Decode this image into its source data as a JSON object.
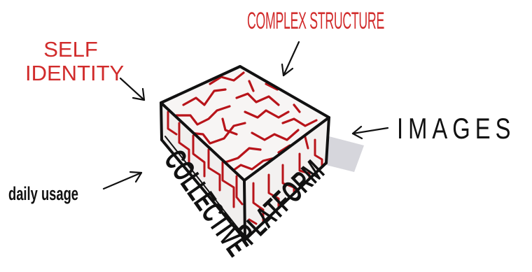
{
  "labels": {
    "complex_structure": "COMPLEX STRUCTURE",
    "self_identity_line1": "SELF",
    "self_identity_line2": "IDENTITY",
    "images": "IMAGES",
    "daily_usage": "daily usage",
    "side_left": "COLLECTIVE",
    "side_right": "PLATFORM"
  },
  "colors": {
    "accent_red": "#d12b2b",
    "ink": "#111111",
    "maze_red": "#b8141a",
    "shadow": "#cfcfd6"
  },
  "icons": {
    "arrow_style": "hand-drawn arrow",
    "cube_pattern": "maze"
  }
}
